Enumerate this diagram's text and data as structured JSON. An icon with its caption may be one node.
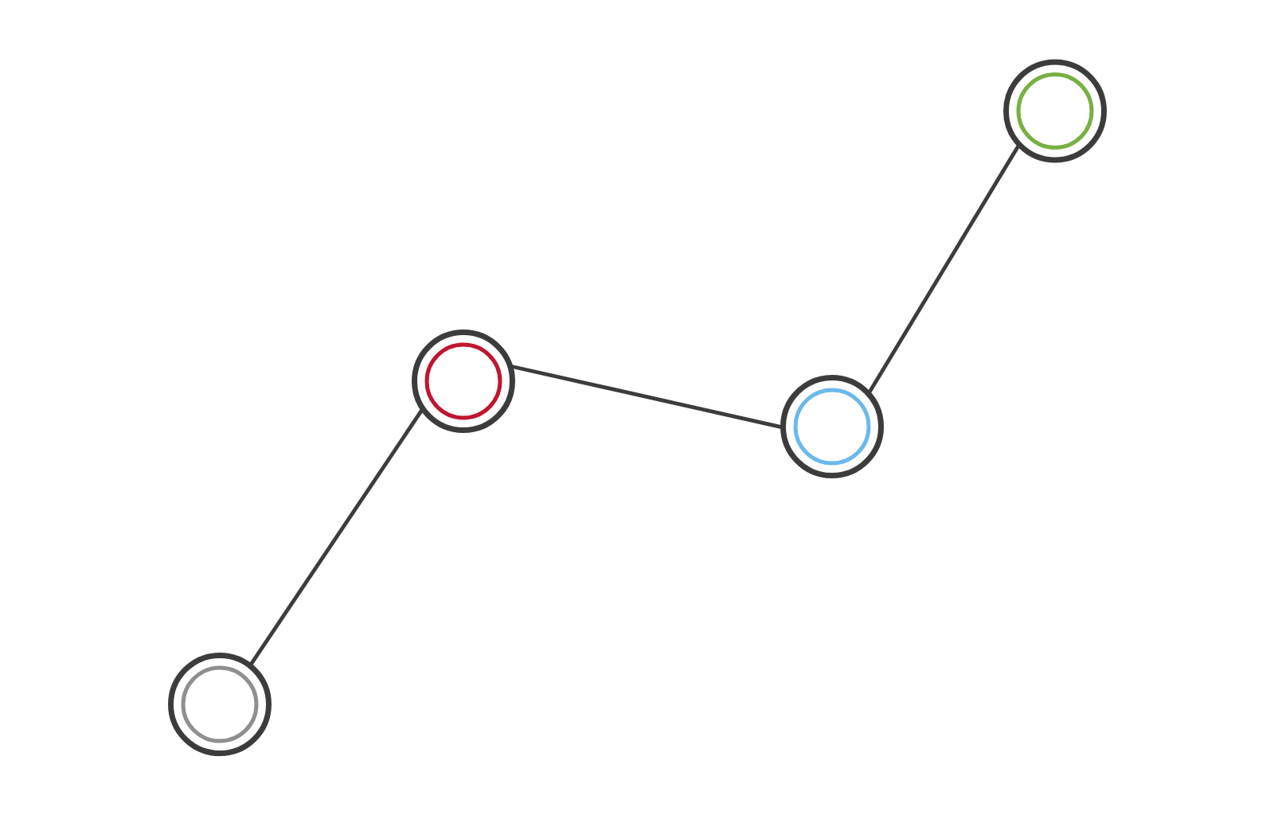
{
  "diagram": {
    "nodes": [
      {
        "text": [],
        "shape": "circle"
      },
      {
        "text": [],
        "shape": "circle"
      },
      {
        "text": [],
        "shape": "circle"
      },
      {
        "text": [],
        "shape": "circle"
      }
    ],
    "edges": [
      {
        "from": 0,
        "to": 1,
        "arrow": "none"
      },
      {
        "from": 1,
        "to": 2,
        "arrow": "none"
      },
      {
        "from": 2,
        "to": 3,
        "arrow": "none"
      }
    ]
  }
}
